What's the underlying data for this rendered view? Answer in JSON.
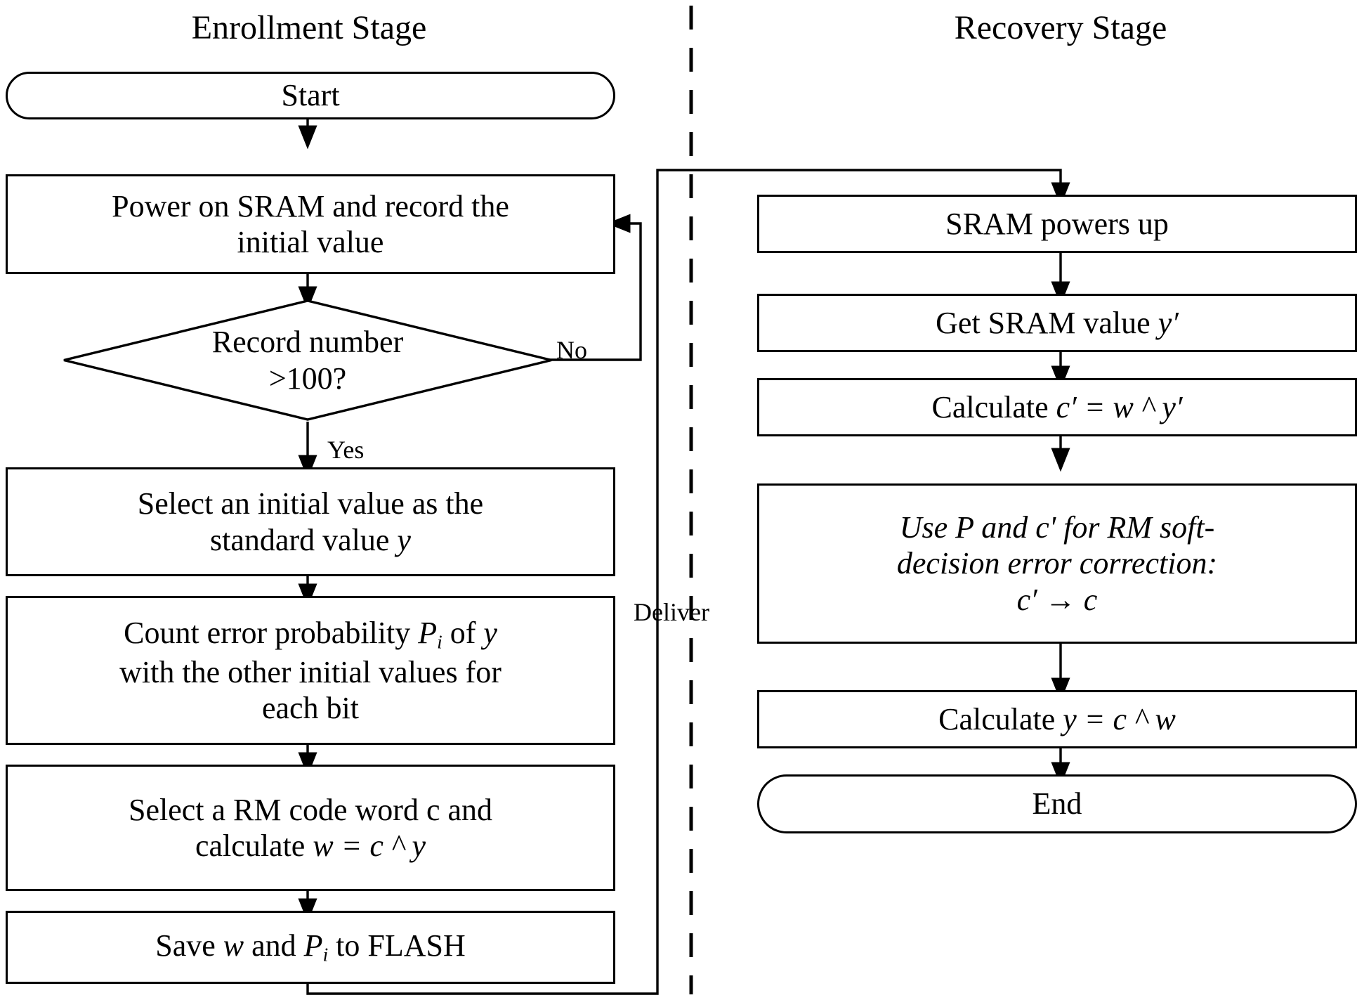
{
  "figure": {
    "type": "flowchart",
    "description": "Two-column flowchart of a SRAM PUF key enrollment and recovery procedure separated by a vertical dashed divider.",
    "background_color": "#ffffff",
    "line_color": "#000000",
    "text_color": "#000000"
  },
  "columns": {
    "left": {
      "title": "Enrollment Stage"
    },
    "right": {
      "title": "Recovery Stage"
    }
  },
  "enrollment": {
    "start": "Start",
    "power_on_l1": "Power on SRAM and record the",
    "power_on_l2": "initial value",
    "decision_l1": "Record number",
    "decision_l2": ">100?",
    "select_initial_l1": "Select an initial value as the",
    "select_initial_l2_pre": "standard value ",
    "select_initial_l2_var": "y",
    "count_error_l1_pre": "Count error probability ",
    "count_error_l1_var": "P",
    "count_error_l1_sub": "i",
    "count_error_l1_mid": " of ",
    "count_error_l1_var2": "y",
    "count_error_l2": "with the other initial values for",
    "count_error_l3": "each bit",
    "select_rm_l1": "Select a RM code word c and",
    "select_rm_l2_pre": "calculate ",
    "select_rm_l2_formula": "w = c ^ y",
    "save_pre": "Save ",
    "save_var1": "w",
    "save_mid": " and ",
    "save_var2": "P",
    "save_sub": "i",
    "save_post": " to FLASH"
  },
  "recovery": {
    "sram_powers_up": "SRAM powers up",
    "get_sram_pre": "Get SRAM value ",
    "get_sram_var": "y′",
    "calculate_c_pre": "Calculate ",
    "calculate_c_formula": "c′ = w ^ y′",
    "rm_l1": "Use P and c' for RM soft-",
    "rm_l2": "decision error correction:",
    "rm_l3": "c′ → c",
    "calculate_y_pre": "Calculate ",
    "calculate_y_formula": "y = c ^ w",
    "end": "End"
  },
  "edge_labels": {
    "no": "No",
    "yes": "Yes",
    "deliver": "Deliver"
  }
}
